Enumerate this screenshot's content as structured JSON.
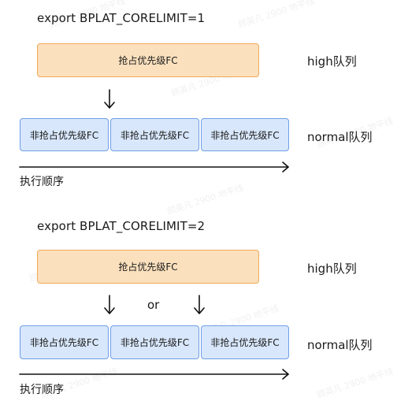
{
  "section1": {
    "title": "export BPLAT_CORELIMIT=1",
    "high_box": "抢占优先级FC",
    "high_label": "high队列",
    "normal_boxes": [
      "非抢占优先级FC",
      "非抢占优先级FC",
      "非抢占优先级FC"
    ],
    "normal_label": "normal队列",
    "order_label": "执行顺序"
  },
  "section2": {
    "title": "export BPLAT_CORELIMIT=2",
    "high_box": "抢占优先级FC",
    "high_label": "high队列",
    "or_label": "or",
    "normal_boxes": [
      "非抢占优先级FC",
      "非抢占优先级FC",
      "非抢占优先级FC"
    ],
    "normal_label": "normal队列",
    "order_label": "执行顺序"
  },
  "watermark": "顾英凡 2900 地平线",
  "colors": {
    "high_fill": "#fbe0bd",
    "high_border": "#f0a958",
    "normal_fill": "#d8e7fb",
    "normal_border": "#6f9ee8"
  }
}
